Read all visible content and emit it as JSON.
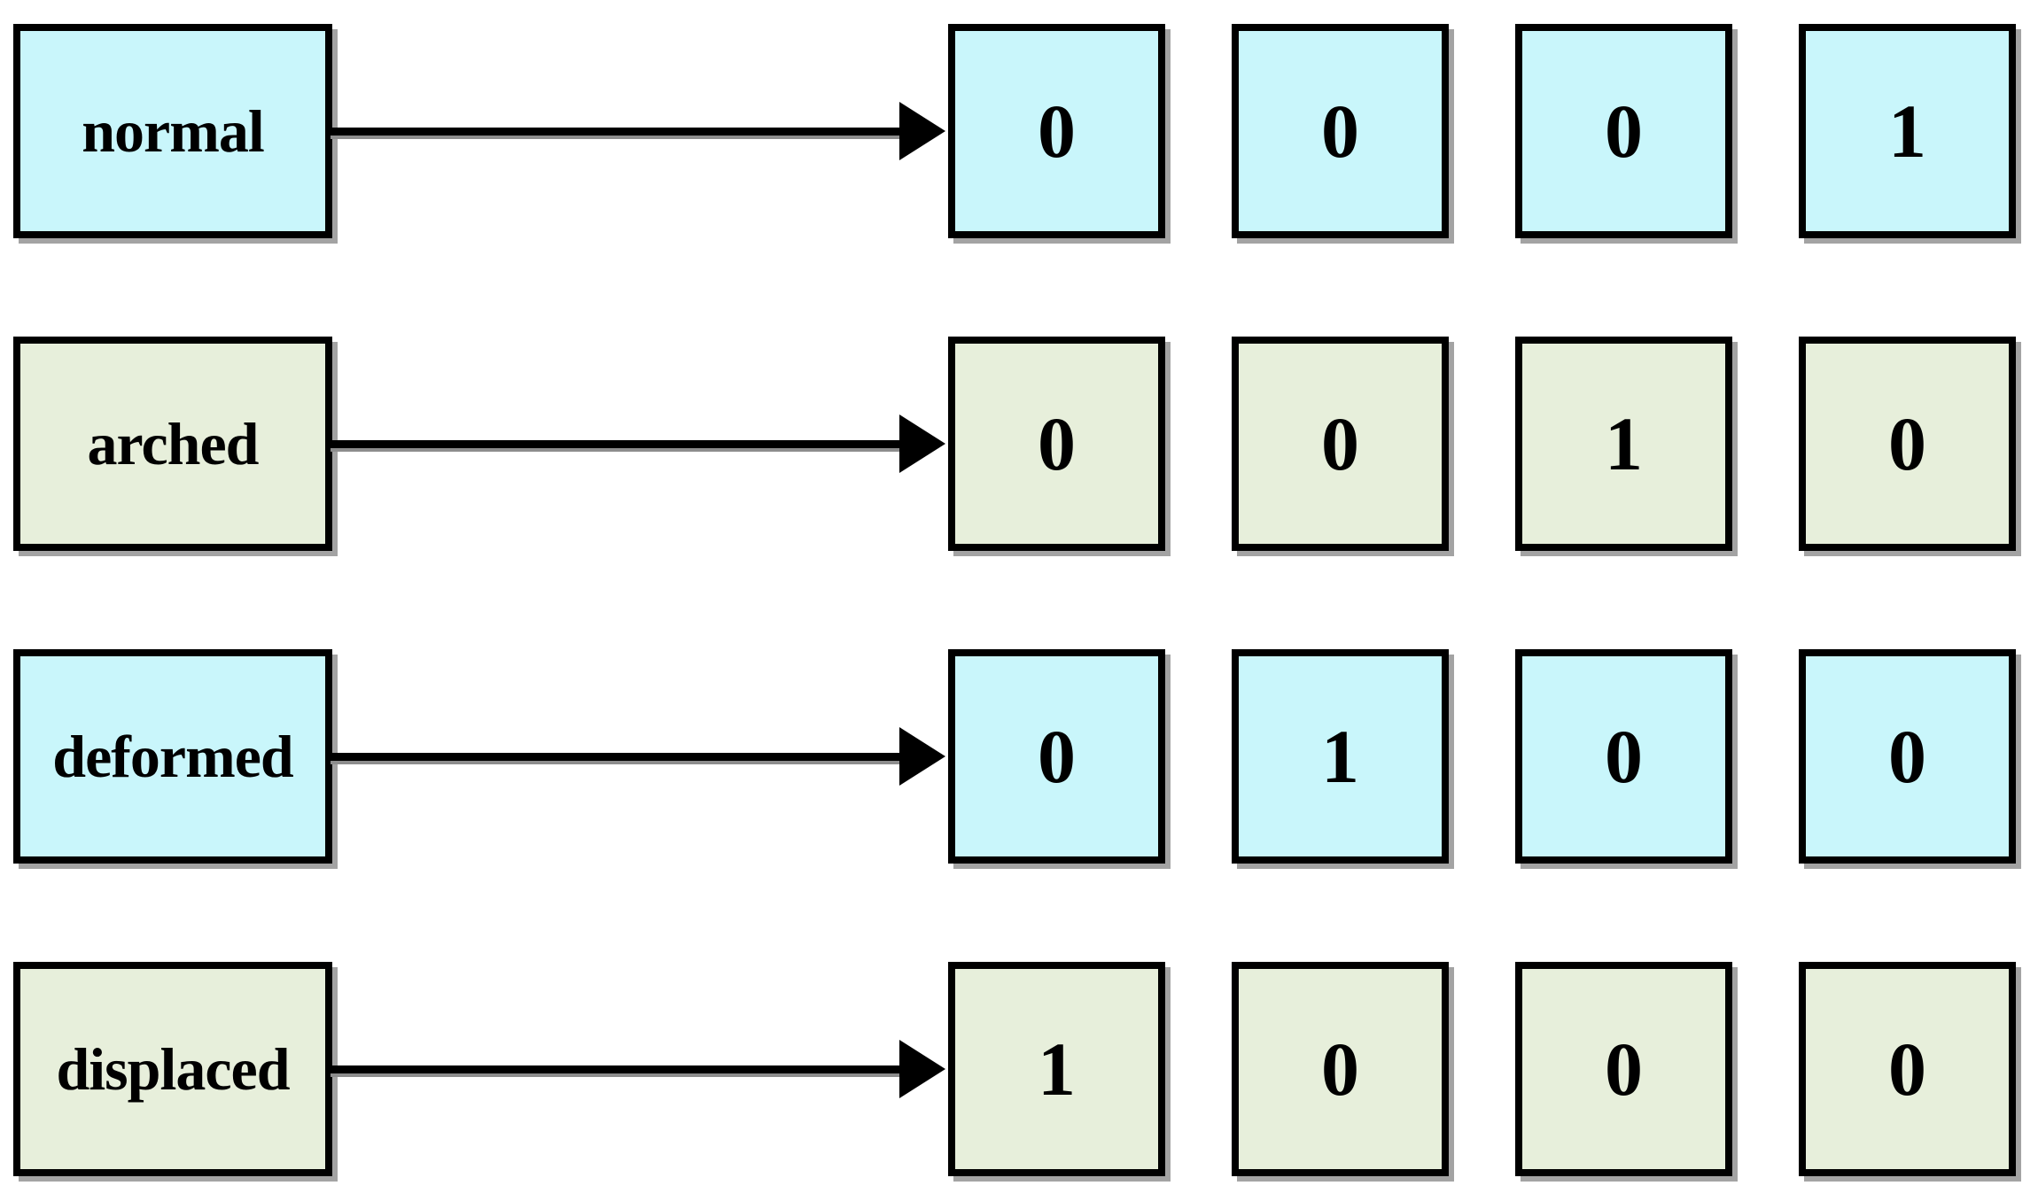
{
  "rows": [
    {
      "label": "normal",
      "theme": "cyan",
      "values": [
        "0",
        "0",
        "0",
        "1"
      ]
    },
    {
      "label": "arched",
      "theme": "green",
      "values": [
        "0",
        "0",
        "1",
        "0"
      ]
    },
    {
      "label": "deformed",
      "theme": "cyan",
      "values": [
        "0",
        "1",
        "0",
        "0"
      ]
    },
    {
      "label": "displaced",
      "theme": "green",
      "values": [
        "1",
        "0",
        "0",
        "0"
      ]
    }
  ],
  "colors": {
    "cyan": "#c9f6fb",
    "green": "#e7efdb",
    "border": "#000000",
    "background": "#ffffff"
  }
}
